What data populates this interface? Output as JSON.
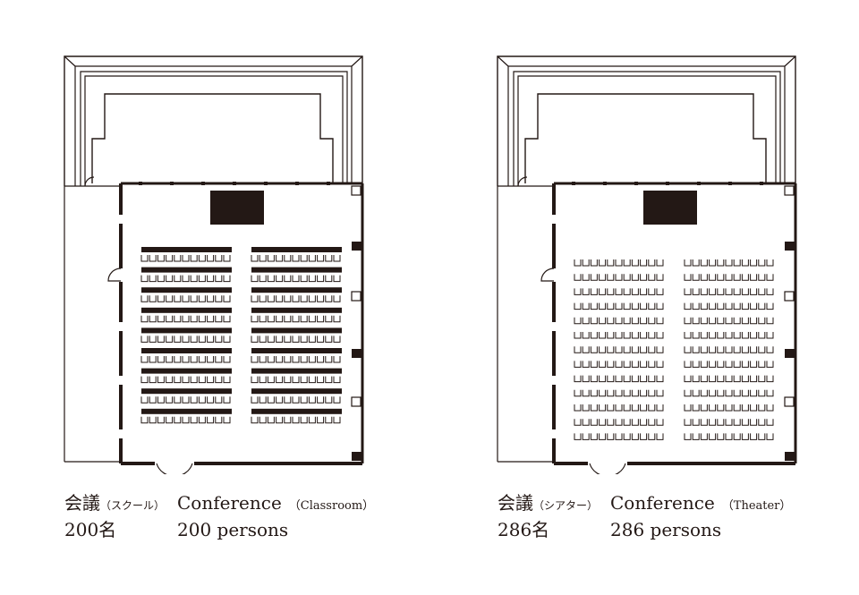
{
  "colors": {
    "ink": "#231815",
    "paper": "#ffffff"
  },
  "layouts": [
    {
      "style": "classroom",
      "jp_label": "会議",
      "jp_style": "（スクール）",
      "en_label": "Conference",
      "en_style": "（Classroom）",
      "jp_capacity": "200名",
      "en_capacity": "200 persons",
      "seating": {
        "rows": 9,
        "columns": 2,
        "seats_per_table": 11,
        "tables": "desks"
      }
    },
    {
      "style": "theater",
      "jp_label": "会議",
      "jp_style": "（シアター）",
      "en_label": "Conference",
      "en_style": "（Theater）",
      "jp_capacity": "286名",
      "en_capacity": "286 persons",
      "seating": {
        "rows": 13,
        "columns": 2,
        "seats_per_row": 11,
        "tables": "none"
      }
    }
  ]
}
